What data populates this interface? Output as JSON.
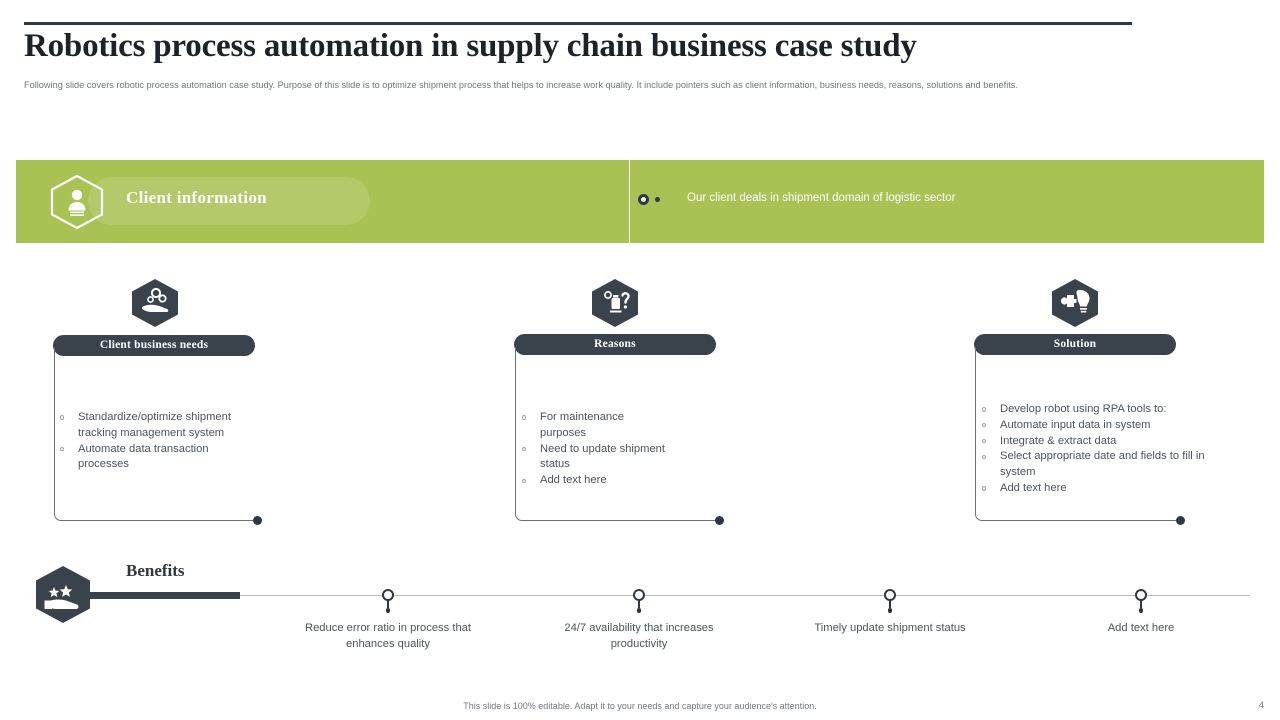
{
  "slide": {
    "title": "Robotics process automation in supply chain business case study",
    "subtitle": "Following slide covers robotic process automation case study. Purpose of this slide is to optimize shipment process that helps to increase work quality. It include pointers such as client information, business needs, reasons, solutions and benefits.",
    "footer_note": "This slide is 100% editable. Adapt it to your needs and capture your audience's attention.",
    "page_number": "4"
  },
  "colors": {
    "accent_green": "#a8c254",
    "dark": "#3a424c",
    "body_text": "#4c545d",
    "muted": "#72797f"
  },
  "banner": {
    "label": "Client information",
    "icon": "client-person-hexagon-icon",
    "detail": "Our client deals in shipment domain of logistic sector"
  },
  "columns": [
    {
      "title": "Client business needs",
      "icon": "hand-gears-hexagon-icon",
      "bullets": [
        "Standardize/optimize shipment tracking management system",
        "Automate data transaction processes"
      ]
    },
    {
      "title": "Reasons",
      "icon": "question-gear-hexagon-icon",
      "bullets": [
        "For maintenance purposes",
        "Need to update shipment status",
        "Add text here"
      ]
    },
    {
      "title": "Solution",
      "icon": "lightbulb-puzzle-hexagon-icon",
      "bullets": [
        "Develop robot using RPA tools to:",
        "Automate input data in system",
        "Integrate & extract data",
        "Select appropriate date and fields to fill in system",
        "Add text here"
      ]
    }
  ],
  "benefits": {
    "label": "Benefits",
    "icon": "hand-stars-hexagon-icon",
    "items": [
      "Reduce error ratio in process that enhances quality",
      "24/7 availability that increases productivity",
      "Timely update shipment status",
      "Add text here"
    ]
  }
}
